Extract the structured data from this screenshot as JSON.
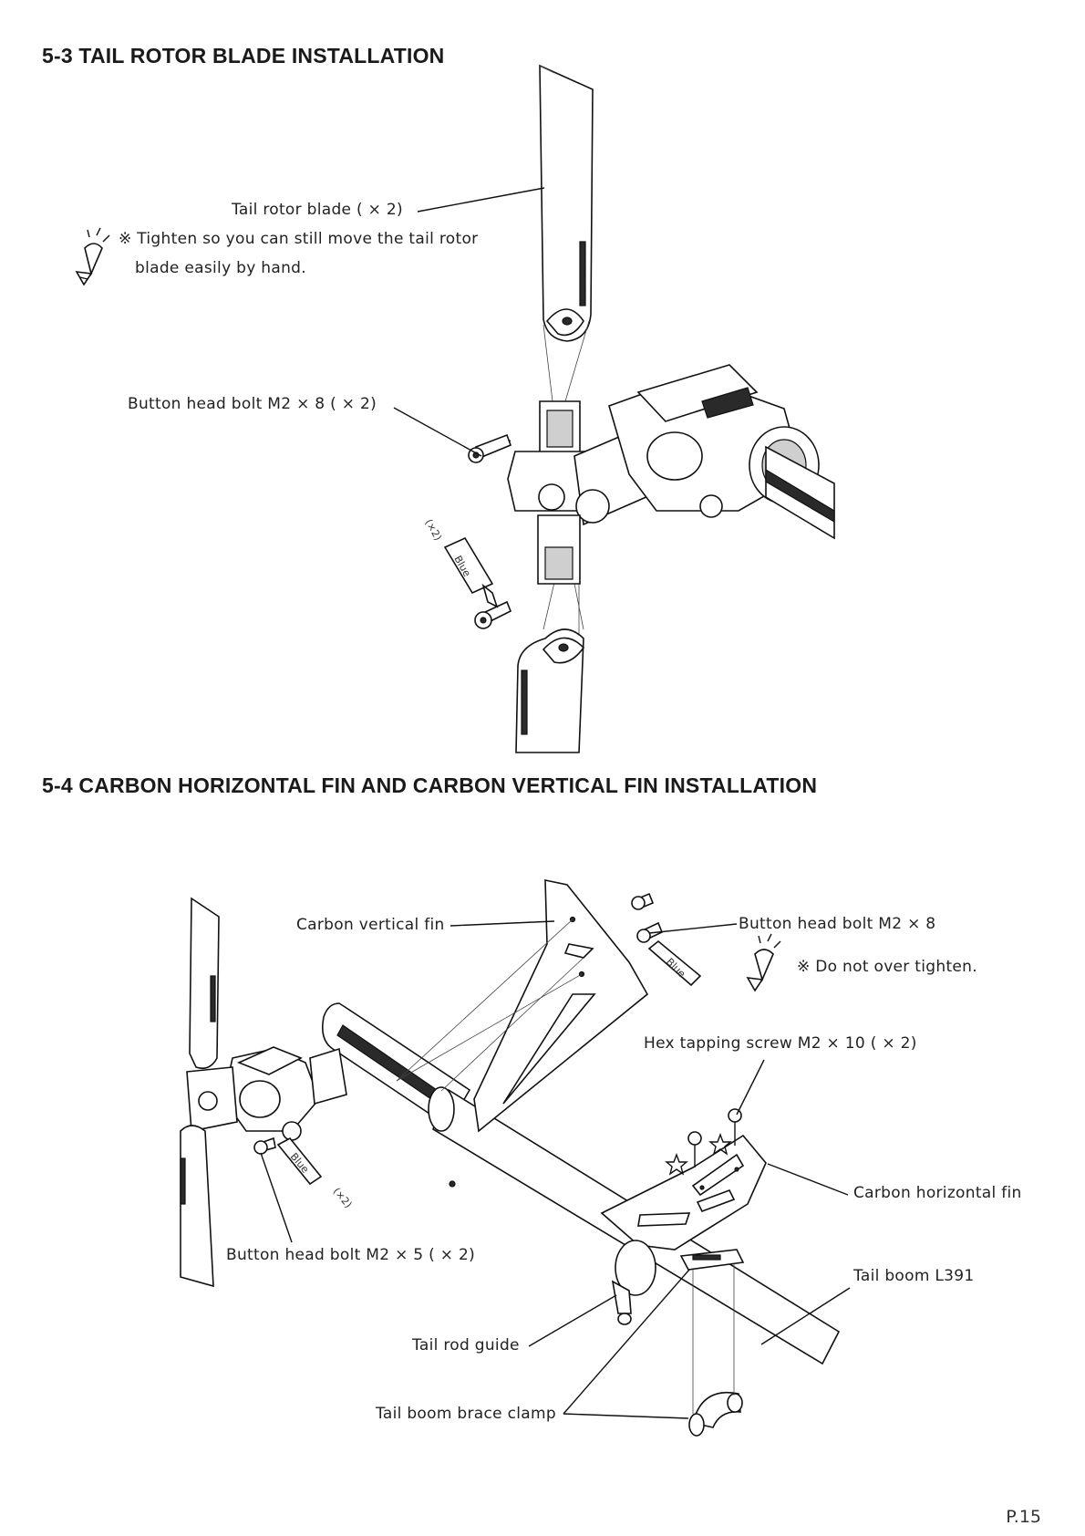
{
  "section_1": {
    "title": "5-3 TAIL ROTOR BLADE INSTALLATION",
    "labels": {
      "tail_rotor_blade": "Tail rotor blade ( × 2)",
      "tip_line_1": "※ Tighten so you can still move the tail rotor",
      "tip_line_2": "blade easily by hand.",
      "button_head_bolt": "Button head bolt M2 × 8 ( × 2)"
    },
    "marks": {
      "quantity": "(×2)",
      "threadlock": "Blue"
    }
  },
  "section_2": {
    "title": "5-4 CARBON HORIZONTAL FIN AND CARBON VERTICAL FIN INSTALLATION",
    "labels": {
      "carbon_vertical_fin": "Carbon vertical fin",
      "button_head_bolt_m2x8": "Button head bolt M2 × 8",
      "tip": "※ Do not over tighten.",
      "hex_tapping_screw": "Hex tapping screw M2 × 10 ( × 2)",
      "carbon_horizontal_fin": "Carbon horizontal fin",
      "button_head_bolt_m2x5": "Button head bolt M2 × 5 ( × 2)",
      "tail_boom": "Tail boom L391",
      "tail_rod_guide": "Tail rod guide",
      "tail_boom_brace_clamp": "Tail boom brace clamp"
    },
    "marks": {
      "threadlock_1": "Blue",
      "threadlock_2": "Blue",
      "quantity": "(×2)"
    }
  },
  "footer": {
    "page_number": "P.15"
  }
}
